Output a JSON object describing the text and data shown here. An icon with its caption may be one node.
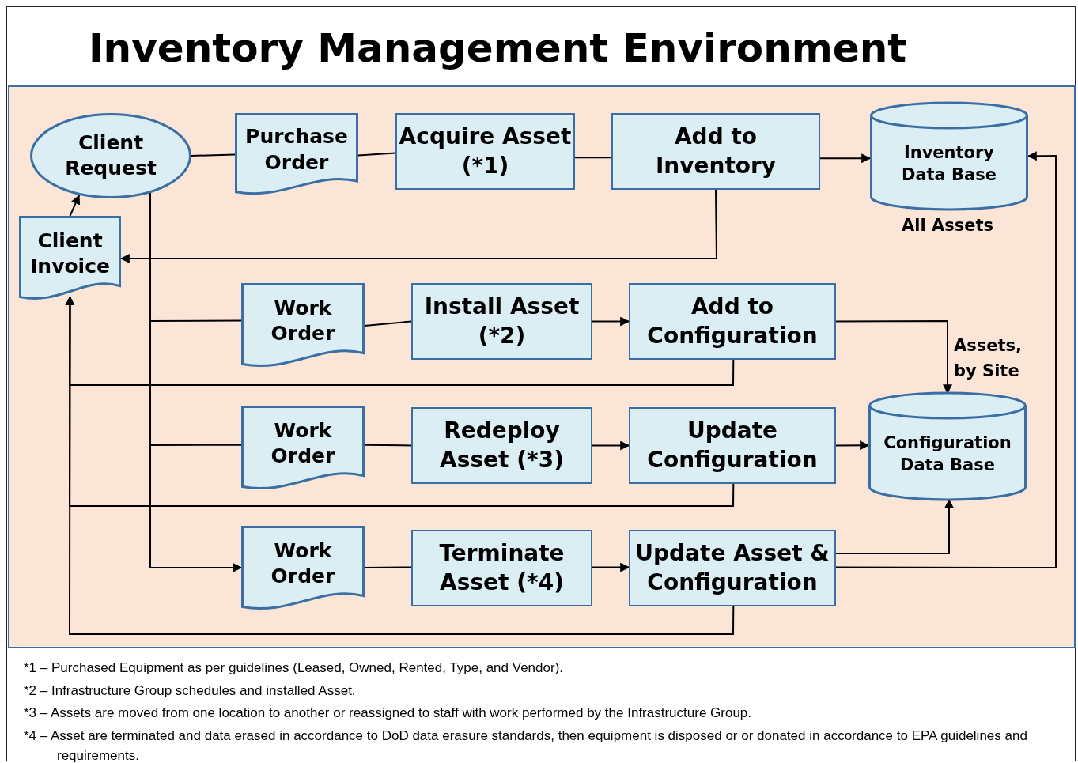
{
  "diagram": {
    "title": "Inventory Management Environment",
    "nodes": [
      {
        "text": [
          "Client Request"
        ]
      },
      {
        "text": [
          "Purchase Order"
        ]
      },
      {
        "text": [
          "Acquire Asset (*1)"
        ]
      },
      {
        "text": [
          "Add to Inventory"
        ]
      },
      {
        "text": [
          "Inventory Data Base"
        ],
        "beside": [
          "All Assets"
        ]
      },
      {
        "text": [
          "Client Invoice"
        ]
      },
      {
        "text": [
          "Work Order"
        ]
      },
      {
        "text": [
          "Install Asset (*2)"
        ]
      },
      {
        "text": [
          "Add to Configuration"
        ]
      },
      {
        "text": [
          "Configuration Data Base"
        ]
      },
      {
        "text": [
          "Work Order"
        ]
      },
      {
        "text": [
          "Redeploy Asset (*3)"
        ]
      },
      {
        "text": [
          "Update Configuration"
        ]
      },
      {
        "text": [
          "Work Order"
        ]
      },
      {
        "text": [
          "Terminate Asset (*4)"
        ]
      },
      {
        "text": [
          "Update Asset & Configuration"
        ]
      }
    ],
    "edges": [
      {
        "from": 0,
        "to": 1,
        "arrow": "none"
      },
      {
        "from": 1,
        "to": 2,
        "arrow": "none"
      },
      {
        "from": 2,
        "to": 3,
        "arrow": "none"
      },
      {
        "from": 3,
        "to": 4,
        "arrow": "to"
      },
      {
        "from": 3,
        "to": 5,
        "arrow": "to"
      },
      {
        "from": 5,
        "to": 0,
        "arrow": "to"
      },
      {
        "from": 0,
        "to": 6,
        "arrow": "none"
      },
      {
        "from": 0,
        "to": 10,
        "arrow": "none"
      },
      {
        "from": 0,
        "to": 13,
        "arrow": "to"
      },
      {
        "from": 6,
        "to": 7,
        "arrow": "none"
      },
      {
        "from": 7,
        "to": 8,
        "arrow": "to"
      },
      {
        "from": 8,
        "to": 9,
        "arrow": "to",
        "label": "Assets, by Site"
      },
      {
        "from": 8,
        "to": 5,
        "arrow": "to"
      },
      {
        "from": 10,
        "to": 11,
        "arrow": "none"
      },
      {
        "from": 11,
        "to": 12,
        "arrow": "to"
      },
      {
        "from": 12,
        "to": 9,
        "arrow": "to"
      },
      {
        "from": 12,
        "to": 5,
        "arrow": "to"
      },
      {
        "from": 13,
        "to": 14,
        "arrow": "none"
      },
      {
        "from": 14,
        "to": 15,
        "arrow": "to"
      },
      {
        "from": 15,
        "to": 9,
        "arrow": "to"
      },
      {
        "from": 15,
        "to": 4,
        "arrow": "to"
      },
      {
        "from": 15,
        "to": 5,
        "arrow": "to"
      }
    ],
    "labels": [
      "*1 – Purchased Equipment as per guidelines (Leased, Owned, Rented, Type, and Vendor).",
      "*2 – Infrastructure Group schedules and installed Asset.",
      "*3 – Assets are moved from one location to another or reassigned to staff with work performed by the Infrastructure Group.",
      "*4 – Asset are terminated and data erased in accordance to DoD data erasure standards, then equipment is disposed or or donated in accordance to EPA guidelines and requirements."
    ]
  }
}
